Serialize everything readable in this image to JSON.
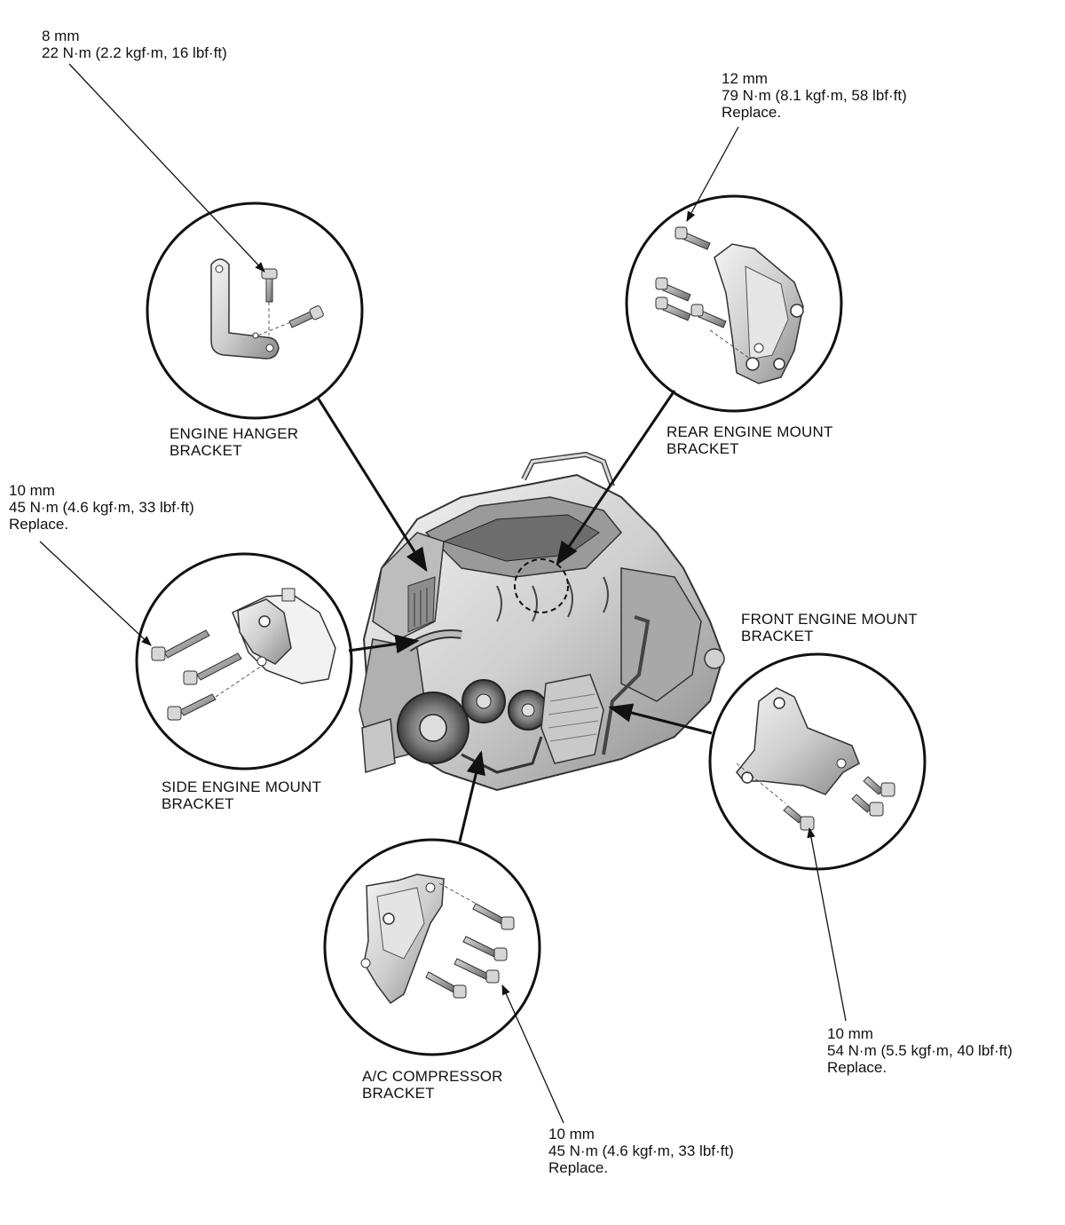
{
  "callouts": {
    "hanger_bolt": {
      "size": "8 mm",
      "torque": "22 N·m (2.2 kgf·m, 16 lbf·ft)"
    },
    "rear_mount_bolt": {
      "size": "12 mm",
      "torque": "79 N·m (8.1 kgf·m, 58 lbf·ft)",
      "note": "Replace."
    },
    "side_mount_bolt": {
      "size": "10 mm",
      "torque": "45 N·m (4.6 kgf·m, 33 lbf·ft)",
      "note": "Replace."
    },
    "front_mount_bolt": {
      "size": "10 mm",
      "torque": "54 N·m (5.5 kgf·m, 40 lbf·ft)",
      "note": "Replace."
    },
    "ac_bolt": {
      "size": "10 mm",
      "torque": "45 N·m (4.6 kgf·m, 33 lbf·ft)",
      "note": "Replace."
    }
  },
  "parts": {
    "engine_hanger": {
      "line1": "ENGINE HANGER",
      "line2": "BRACKET"
    },
    "rear_engine_mount": {
      "line1": "REAR ENGINE MOUNT",
      "line2": "BRACKET"
    },
    "front_engine_mount": {
      "line1": "FRONT ENGINE MOUNT",
      "line2": "BRACKET"
    },
    "side_engine_mount": {
      "line1": "SIDE ENGINE MOUNT",
      "line2": "BRACKET"
    },
    "ac_compressor": {
      "line1": "A/C COMPRESSOR",
      "line2": "BRACKET"
    }
  }
}
